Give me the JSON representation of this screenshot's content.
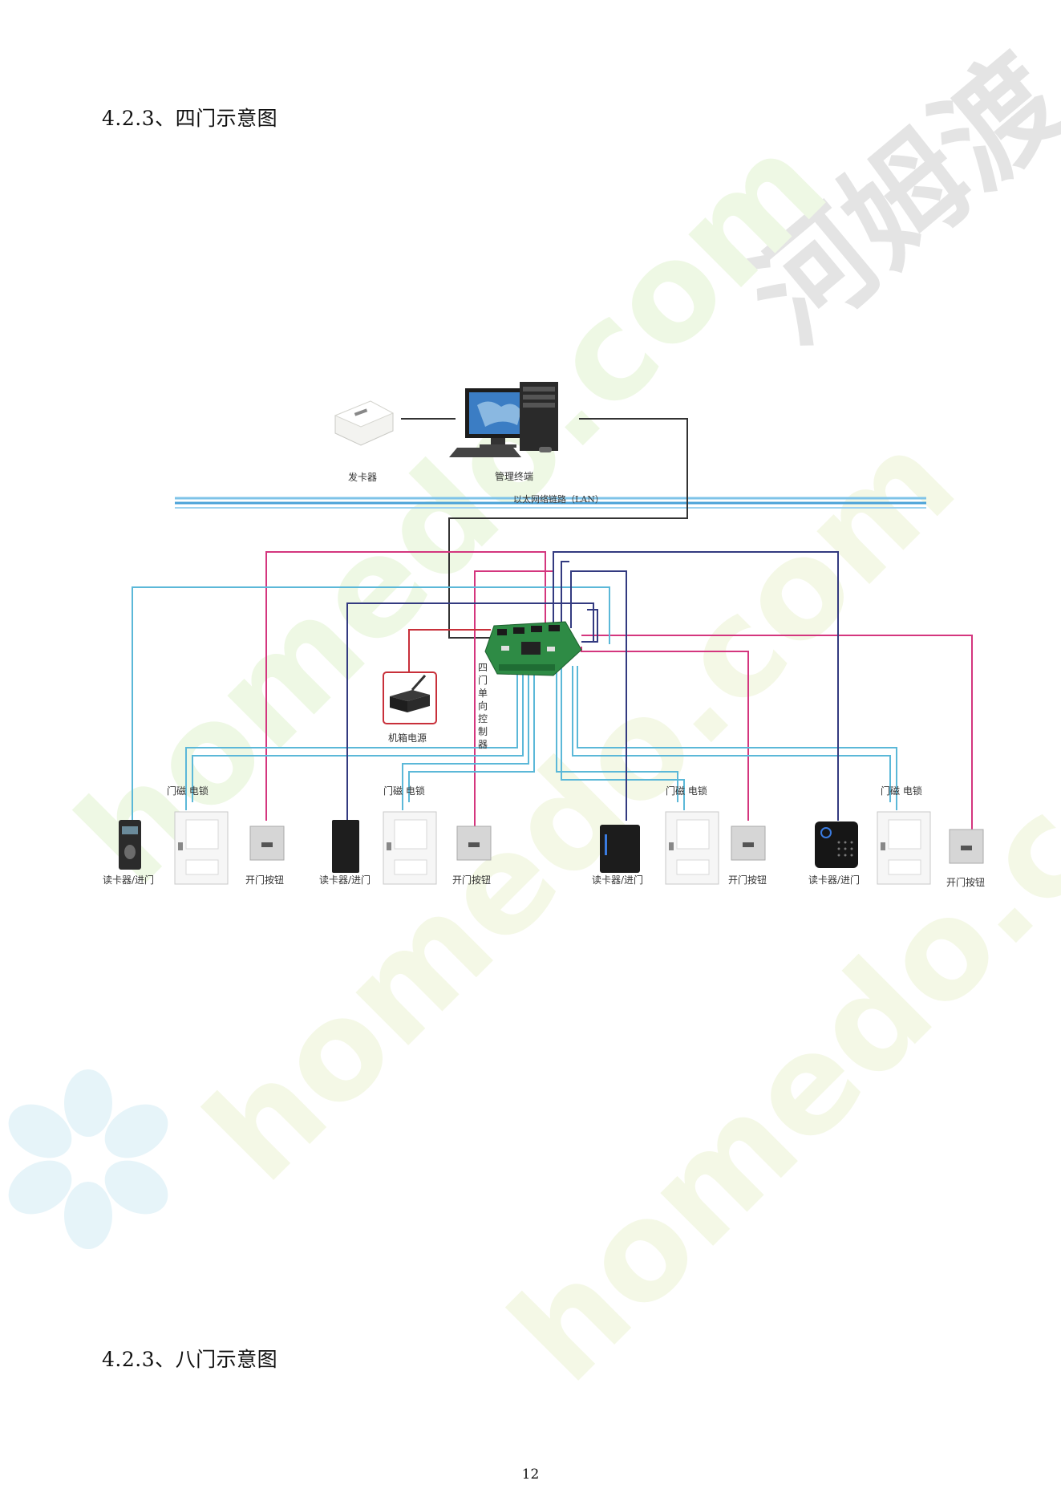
{
  "page": {
    "heading_four_door": "4.2.3、四门示意图",
    "heading_eight_door": "4.2.3、八门示意图",
    "page_number": "12"
  },
  "watermark": {
    "cn_text": "河姆渡",
    "en_text": "homedo.com"
  },
  "diagram": {
    "card_issuer": "发卡器",
    "management_terminal": "管理终端",
    "lan": "以太网络链路（LAN）",
    "controller": [
      "四",
      "门",
      "单",
      "向",
      "控",
      "制",
      "器"
    ],
    "power_supply": "机箱电源",
    "groups": [
      {
        "lock": "门磁  电锁",
        "reader": "读卡器/进门",
        "button": "开门按钮"
      },
      {
        "lock": "门磁  电锁",
        "reader": "读卡器/进门",
        "button": "开门按钮"
      },
      {
        "lock": "门磁  电锁",
        "reader": "读卡器/进门",
        "button": "开门按钮"
      },
      {
        "lock": "门磁  电锁",
        "reader": "读卡器/进门",
        "button": "开门按钮"
      }
    ],
    "colors": {
      "network": "#333333",
      "magenta": "#d4367e",
      "light_blue": "#5bb8d8",
      "navy": "#333a80",
      "red": "#c8303a",
      "pcb": "#2e8b45"
    }
  }
}
